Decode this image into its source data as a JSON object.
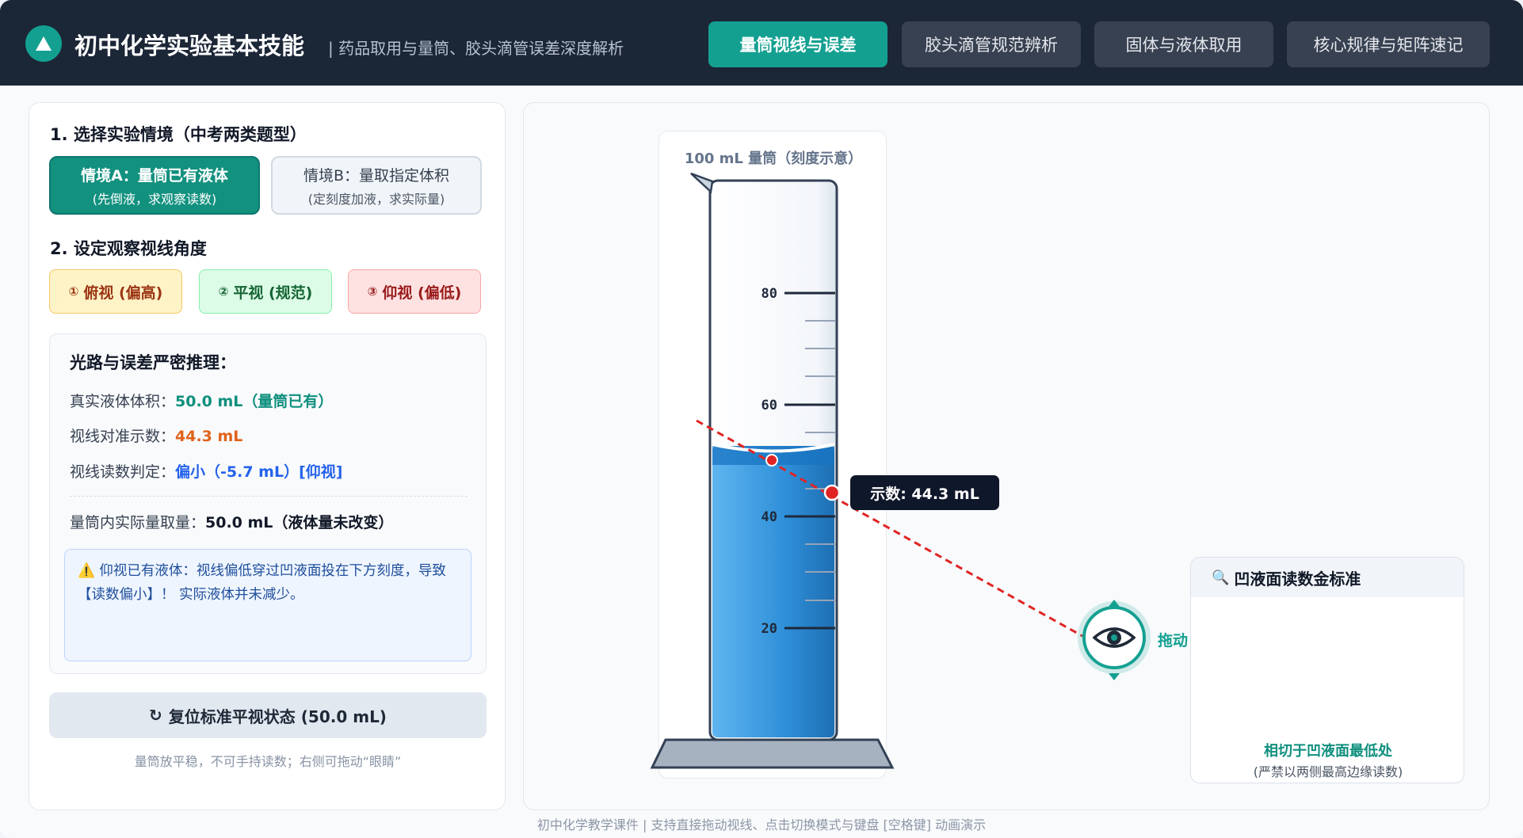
{
  "header": {
    "title": "初中化学实验基本技能",
    "subtitle": "| 药品取用与量筒、胶头滴管误差深度解析",
    "tabs": [
      {
        "label": "量筒视线与误差",
        "active": true
      },
      {
        "label": "胶头滴管规范辨析",
        "active": false
      },
      {
        "label": "固体与液体取用",
        "active": false
      },
      {
        "label": "核心规律与矩阵速记",
        "active": false
      }
    ]
  },
  "left": {
    "section1_title": "1. 选择实验情境（中考两类题型）",
    "scenario_a": {
      "title": "情境A：量筒已有液体",
      "sub": "(先倒液，求观察读数)"
    },
    "scenario_b": {
      "title": "情境B：量取指定体积",
      "sub": "(定刻度加液，求实际量)"
    },
    "section2_title": "2. 设定观察视线角度",
    "angles": [
      {
        "num": "①",
        "label": "俯视 (偏高)"
      },
      {
        "num": "②",
        "label": "平视 (规范)"
      },
      {
        "num": "③",
        "label": "仰视 (偏低)"
      }
    ],
    "analysis": {
      "title": "光路与误差严密推理：",
      "real_label": "真实液体体积：",
      "real_value": "50.0 mL（量筒已有）",
      "read_label": "视线对准示数：",
      "read_value": "44.3 mL",
      "judge_label": "视线读数判定：",
      "judge_value": "偏小（-5.7 mL）[仰视]",
      "actual_label": "量筒内实际量取量：",
      "actual_value": "50.0 mL（液体量未改变）",
      "warning_icon": "warning-icon",
      "warning_text": "仰视已有液体：视线偏低穿过凹液面投在下方刻度，导致【读数偏小】！ 实际液体并未减少。"
    },
    "reset_label": "复位标准平视状态 (50.0 mL)",
    "hint": "量筒放平稳，不可手持读数；右侧可拖动“眼睛”"
  },
  "scene": {
    "cylinder_title": "100 mL 量筒（刻度示意）",
    "tick_labels": [
      "80",
      "60",
      "40",
      "20"
    ],
    "true_volume": 50.0,
    "reading": 44.3,
    "tooltip": "示数: 44.3 mL",
    "drag_label": "拖动",
    "liquid_color": "#2b8fd6",
    "sightline_color": "#e02424",
    "accent": "#14a091"
  },
  "standard": {
    "title": "凹液面读数金标准",
    "icon": "magnifier-icon",
    "caption1": "相切于凹液面最低处",
    "caption2": "(严禁以两侧最高边缘读数)"
  },
  "footer": "初中化学教学课件 | 支持直接拖动视线、点击切换模式与键盘 [空格键] 动画演示"
}
